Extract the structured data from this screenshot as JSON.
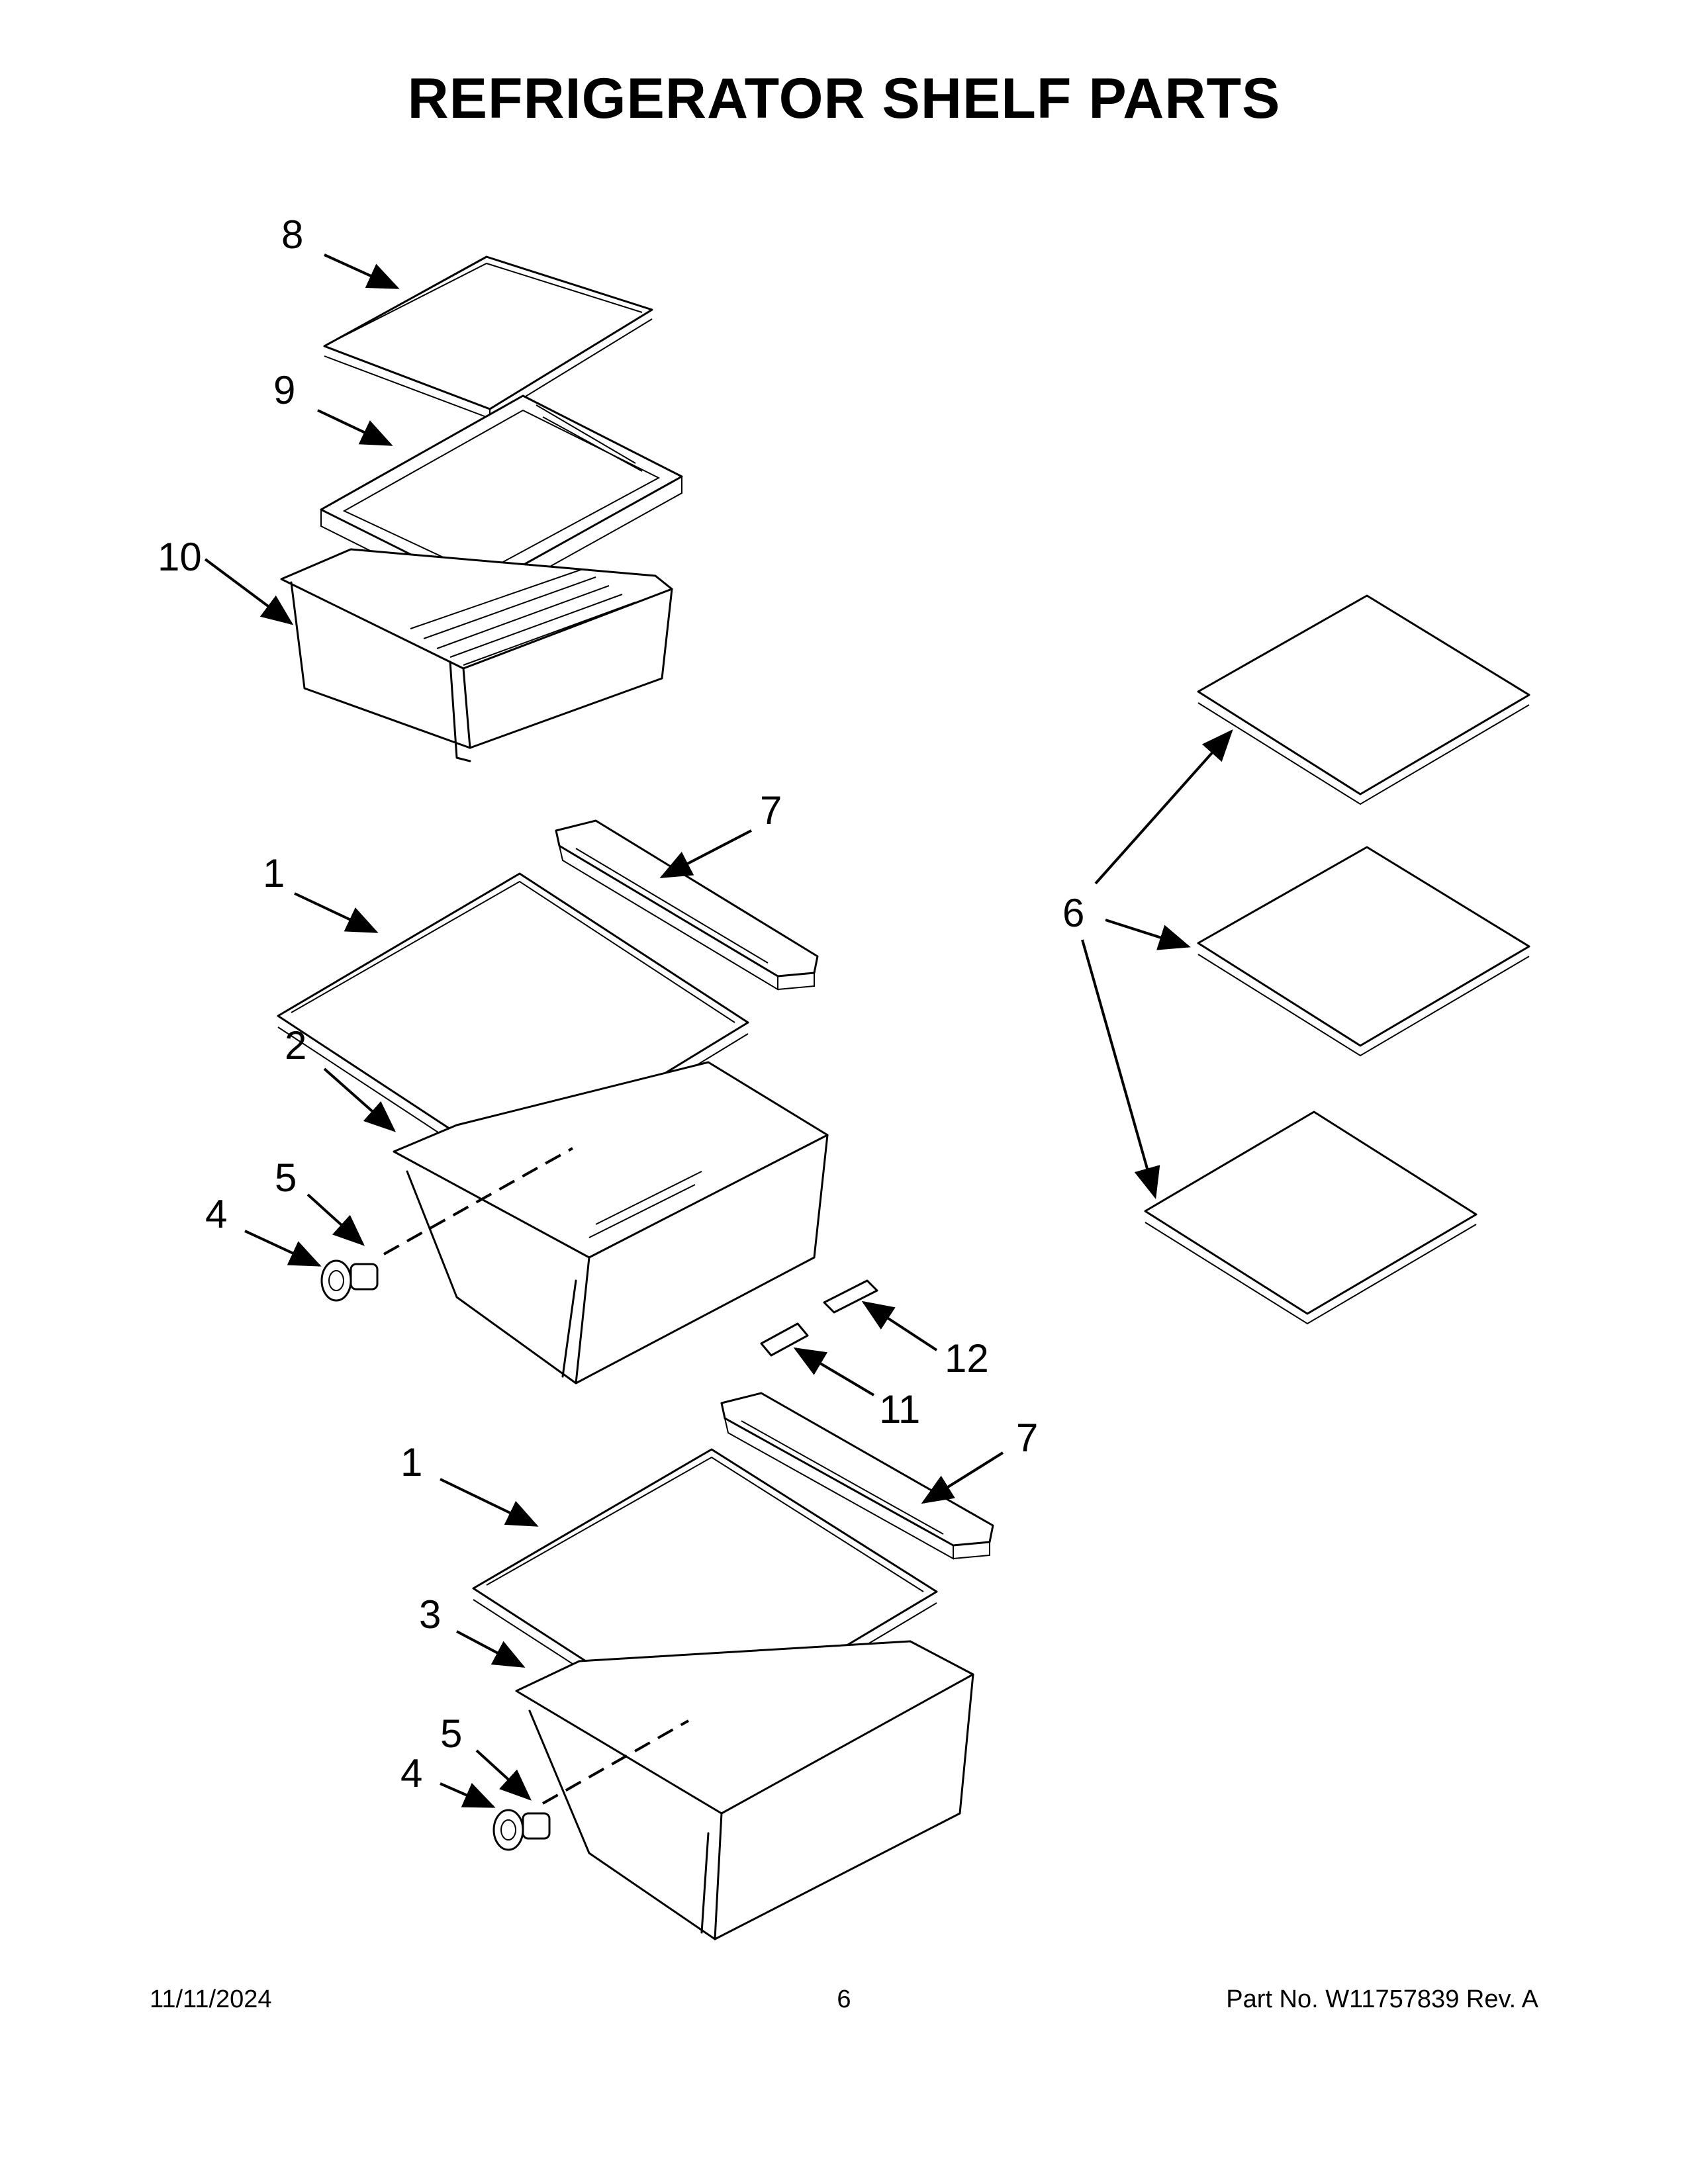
{
  "header": {
    "title": "REFRIGERATOR SHELF PARTS"
  },
  "callouts": {
    "c8": "8",
    "c9": "9",
    "c10": "10",
    "c7a": "7",
    "c1a": "1",
    "c2": "2",
    "c5a": "5",
    "c4a": "4",
    "c6": "6",
    "c12": "12",
    "c11": "11",
    "c7b": "7",
    "c1b": "1",
    "c3": "3",
    "c5b": "5",
    "c4b": "4"
  },
  "footer": {
    "date": "11/11/2024",
    "page_number": "6",
    "part_info": "Part No.  W11757839  Rev.  A"
  }
}
